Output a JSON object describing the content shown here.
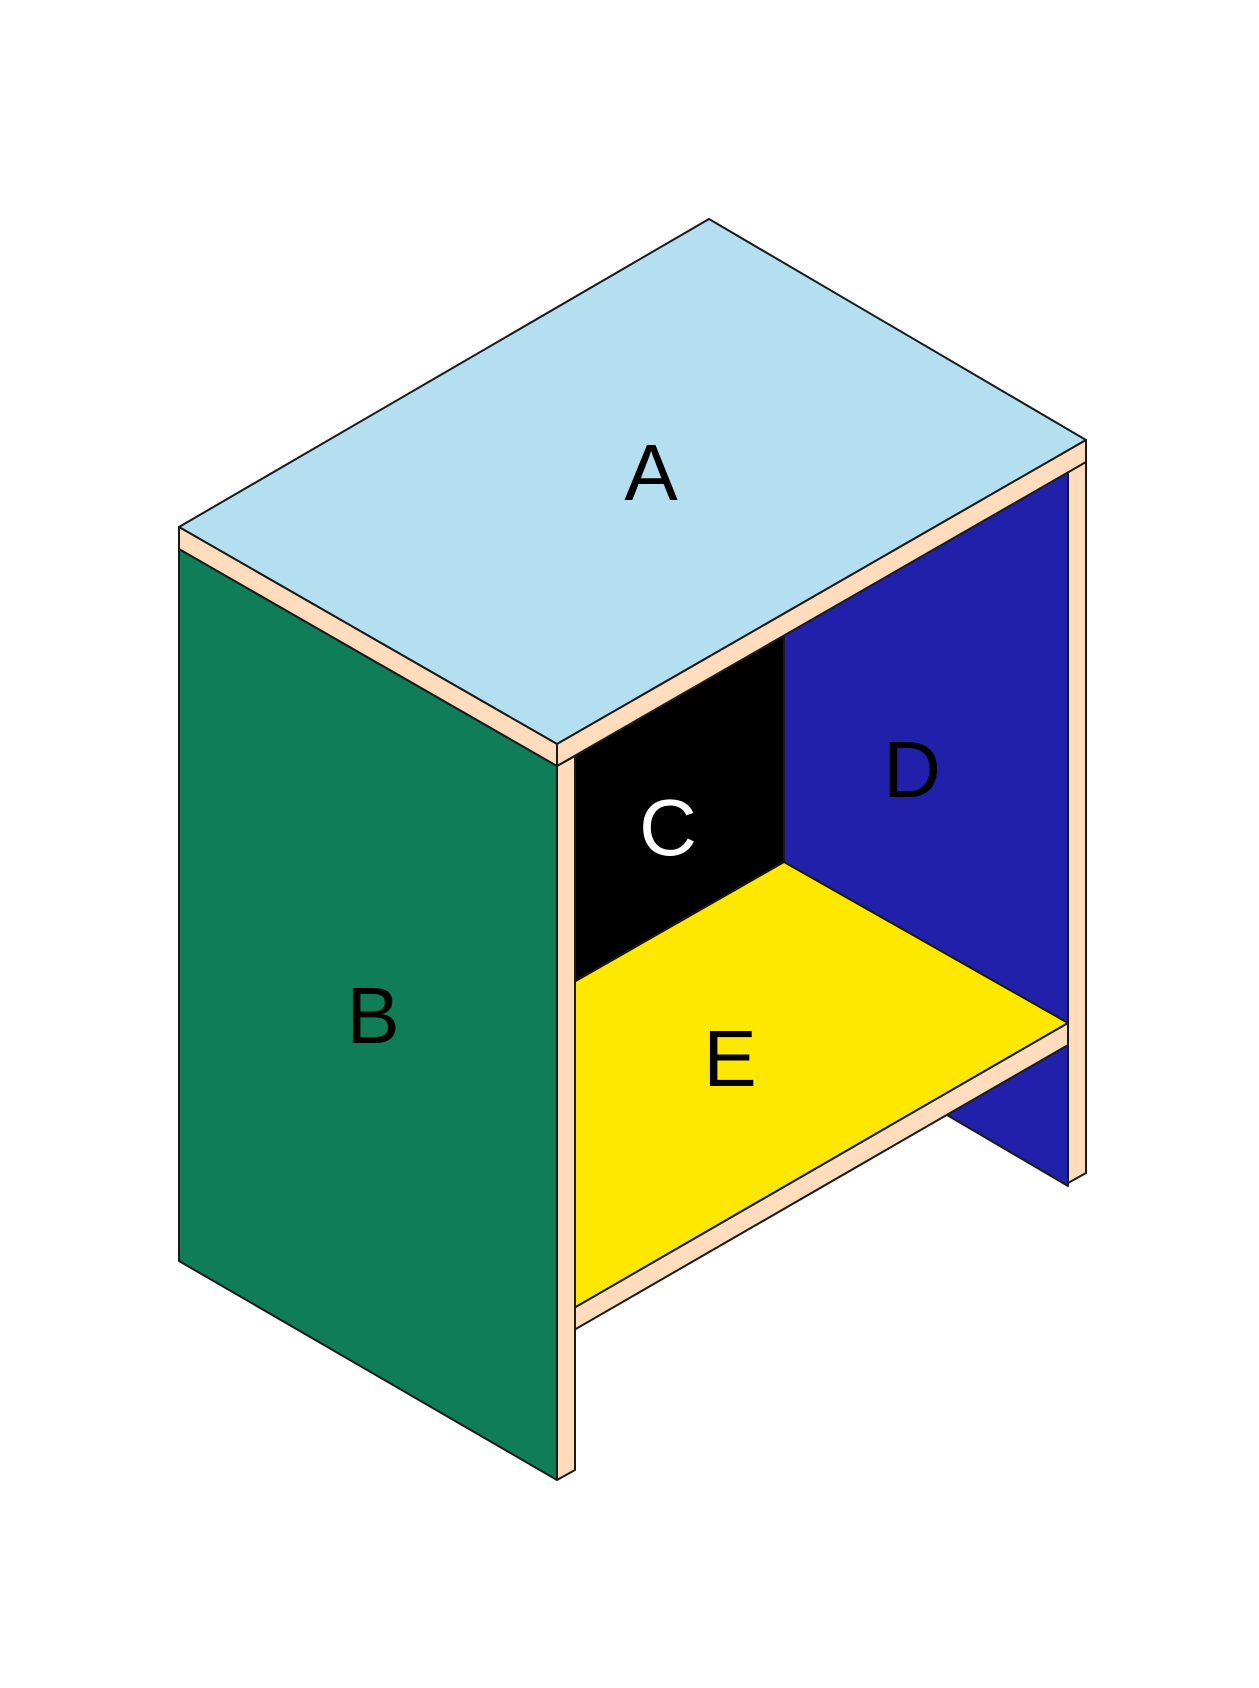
{
  "panels": {
    "top": {
      "label": "A",
      "color": "#b3dff1",
      "label_color": "#000000"
    },
    "side": {
      "label": "B",
      "color": "#0f7e58",
      "label_color": "#000000"
    },
    "back": {
      "label": "C",
      "color": "#000000",
      "label_color": "#ffffff"
    },
    "right": {
      "label": "D",
      "color": "#2020aa",
      "label_color": "#000000"
    },
    "shelf": {
      "label": "E",
      "color": "#ffe800",
      "label_color": "#000000"
    }
  },
  "edge_color": "#ffdcbc",
  "outline_color": "#1a1a1a"
}
